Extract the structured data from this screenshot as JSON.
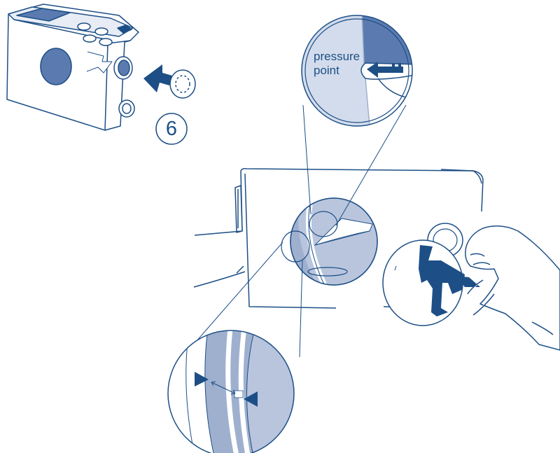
{
  "labels": {
    "pressure_line1": "pressure",
    "pressure_line2": "point",
    "step_number": "6"
  },
  "colors": {
    "outline": "#1d4f86",
    "light_fill": "#d3dcec",
    "mid_fill": "#9fb0cf",
    "dark_fill": "#5b7bb0",
    "navy": "#1d4f86"
  },
  "icons": {
    "insert_arrow": "arrow-left-icon",
    "disc_tool": "dial-tool-icon",
    "hand": "hand-icon",
    "gap_indicator": "double-arrow-icon"
  }
}
